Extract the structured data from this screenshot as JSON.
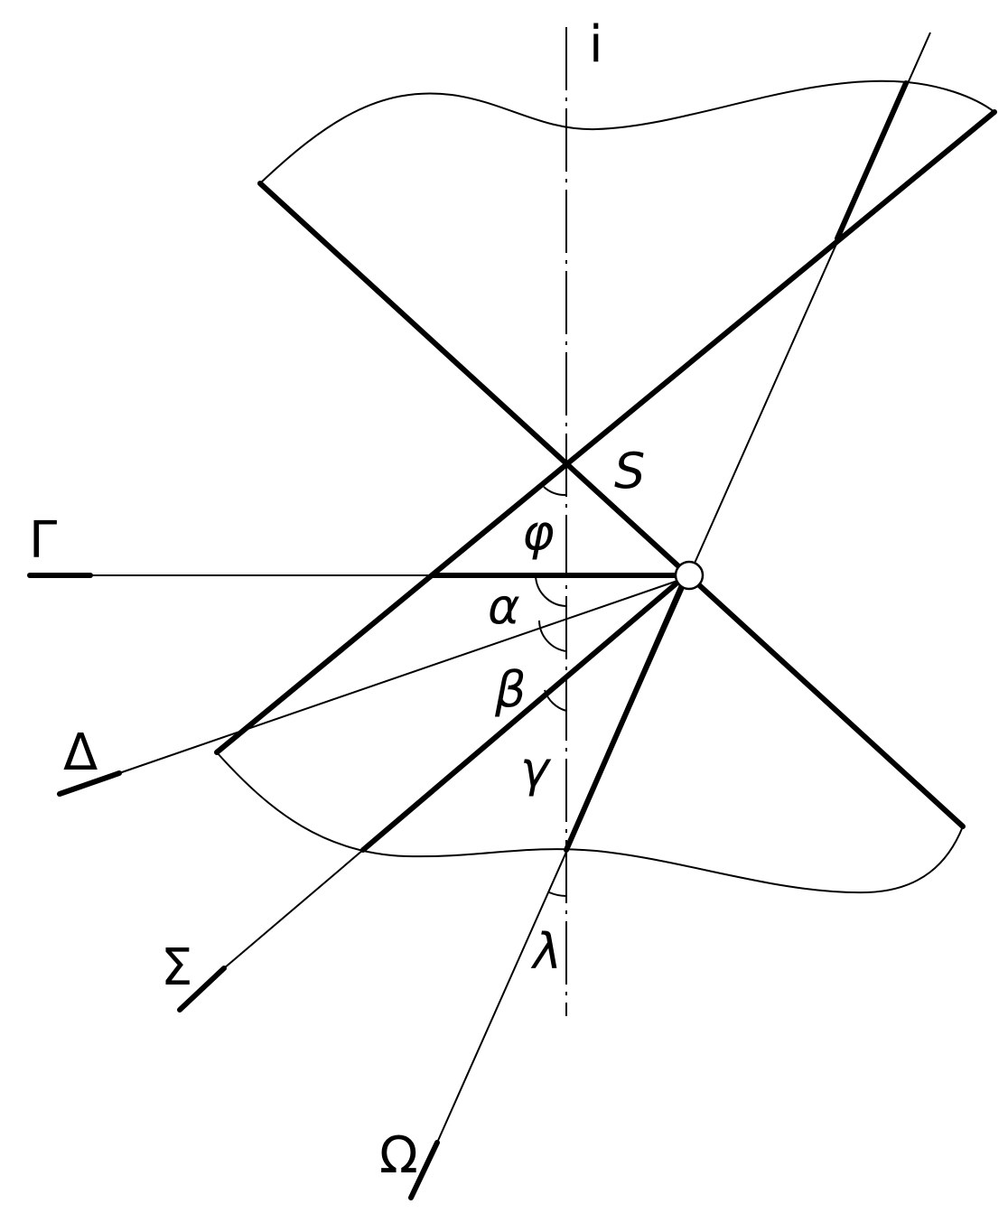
{
  "labels": {
    "axis": "i",
    "apex": "S",
    "plane_gamma": "Γ",
    "plane_delta": "Δ",
    "plane_sigma": "Σ",
    "plane_omega": "Ω",
    "angle_phi": "φ",
    "angle_alpha": "α",
    "angle_beta": "β",
    "angle_gamma": "γ",
    "angle_lambda": "λ"
  }
}
